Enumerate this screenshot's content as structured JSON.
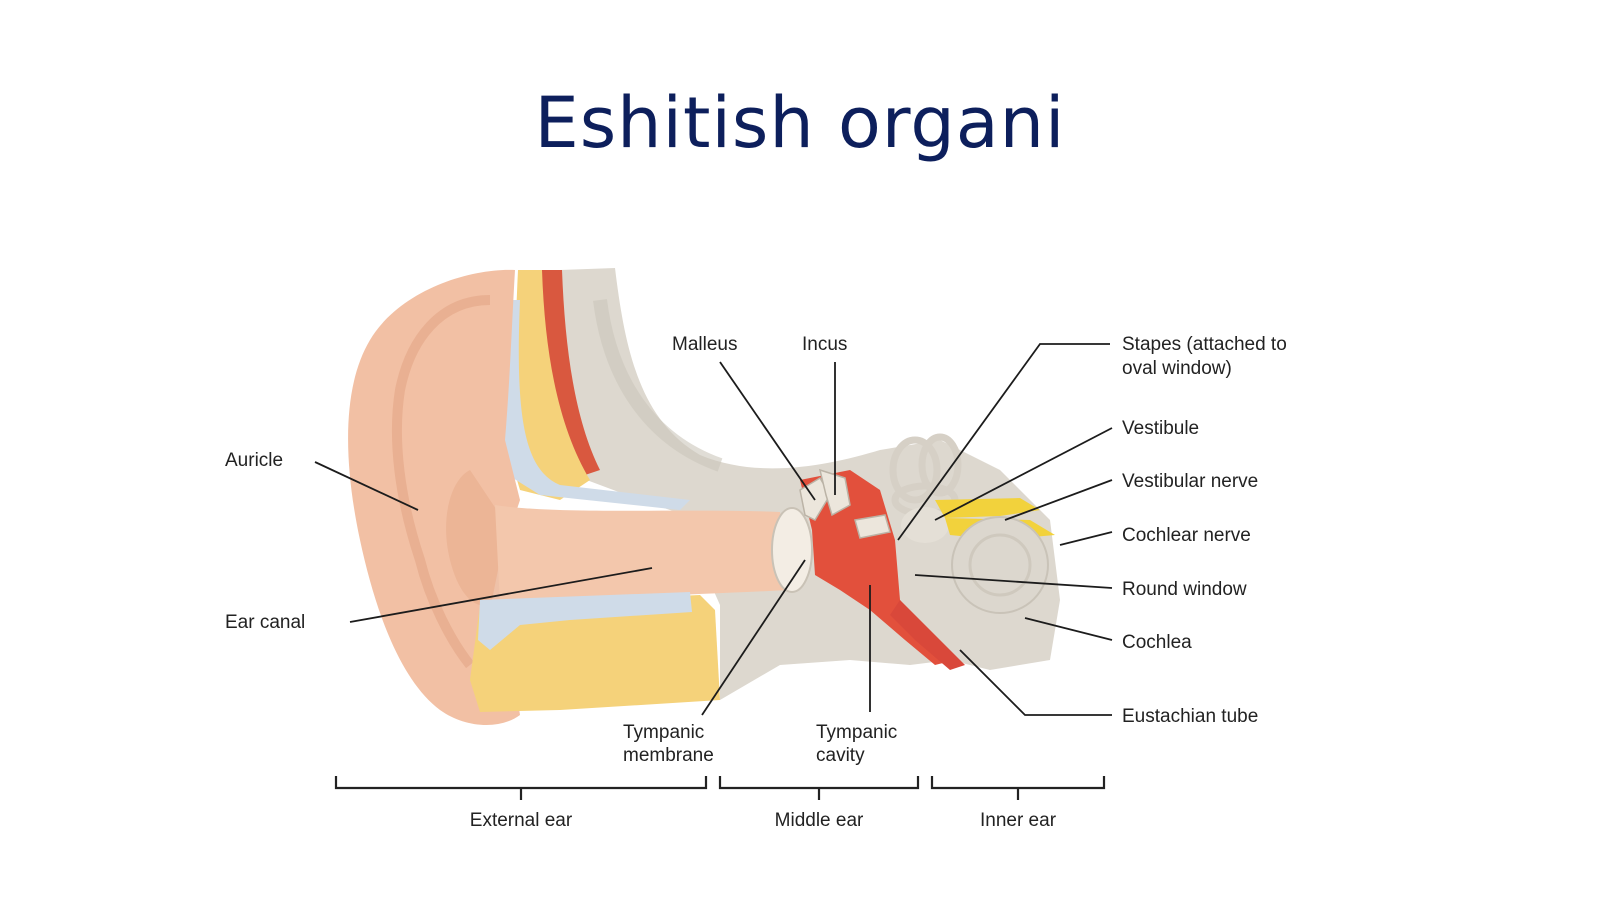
{
  "slide": {
    "title": "Eshitish organi"
  },
  "diagram": {
    "labels": {
      "auricle": "Auricle",
      "ear_canal": "Ear canal",
      "malleus": "Malleus",
      "incus": "Incus",
      "stapes_line1": "Stapes (attached to",
      "stapes_line2": "oval window)",
      "vestibule": "Vestibule",
      "vestibular_nerve": "Vestibular nerve",
      "cochlear_nerve": "Cochlear nerve",
      "round_window": "Round window",
      "cochlea": "Cochlea",
      "eustachian_tube": "Eustachian tube",
      "tympanic_membrane_line1": "Tympanic",
      "tympanic_membrane_line2": "membrane",
      "tympanic_cavity_line1": "Tympanic",
      "tympanic_cavity_line2": "cavity"
    },
    "regions": {
      "external_ear": "External ear",
      "middle_ear": "Middle ear",
      "inner_ear": "Inner ear"
    },
    "colors": {
      "skin": "#f2c0a4",
      "skin_light": "#f7d5c2",
      "bone": "#ddd8cf",
      "cartilage": "#f5d27a",
      "cartilage_blue": "#cfdbe8",
      "cavity_red": "#e2503c",
      "nerve_yellow": "#f2d23c",
      "title": "#0d1f5c"
    }
  }
}
